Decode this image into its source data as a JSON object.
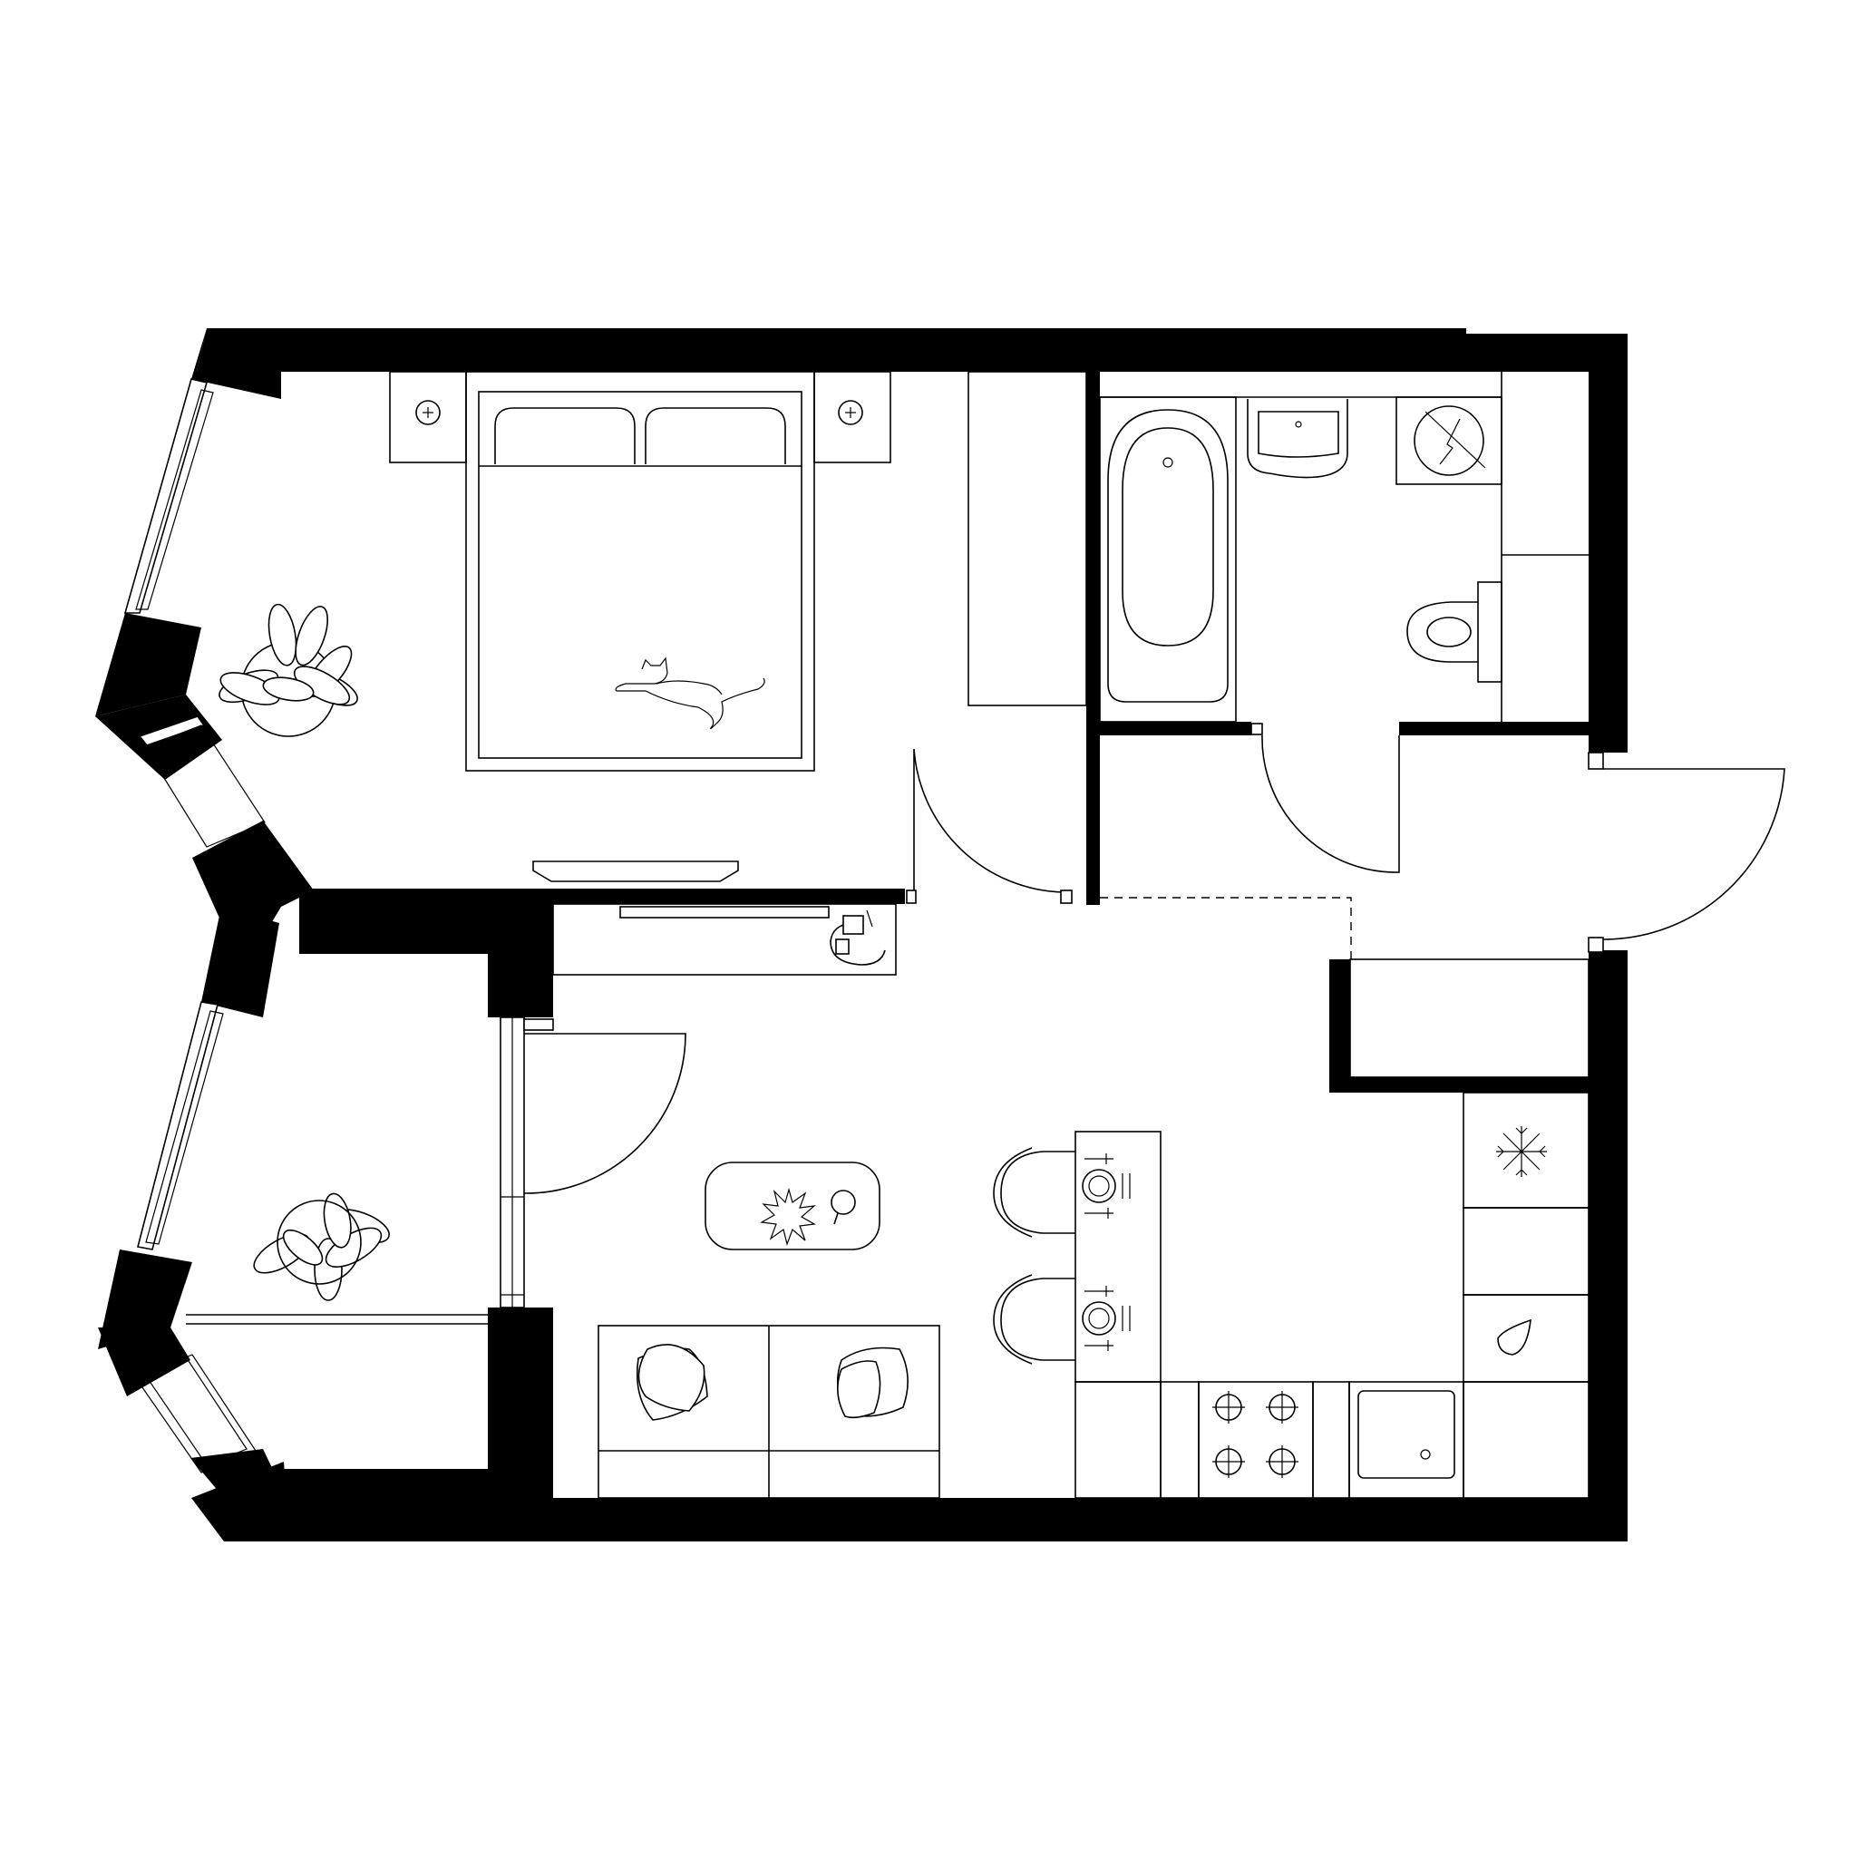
{
  "plan": {
    "rooms": [
      "bedroom",
      "bathroom",
      "living-kitchen",
      "loggia",
      "hall"
    ],
    "colors": {
      "wall": "#000000",
      "line": "#000000",
      "background": "#ffffff"
    },
    "icons": [
      "bed-icon",
      "nightstand-lamp-icon",
      "plant-icon",
      "cat-icon",
      "bathtub-icon",
      "washbasin-icon",
      "washing-machine-icon",
      "toilet-icon",
      "tv-icon",
      "desk-icon",
      "headphones-icon",
      "coffee-table-icon",
      "sofa-icon",
      "cushion-icon",
      "chair-icon",
      "plate-setting-icon",
      "refrigerator-icon",
      "stove-icon",
      "sink-icon",
      "dishwasher-icon"
    ]
  }
}
